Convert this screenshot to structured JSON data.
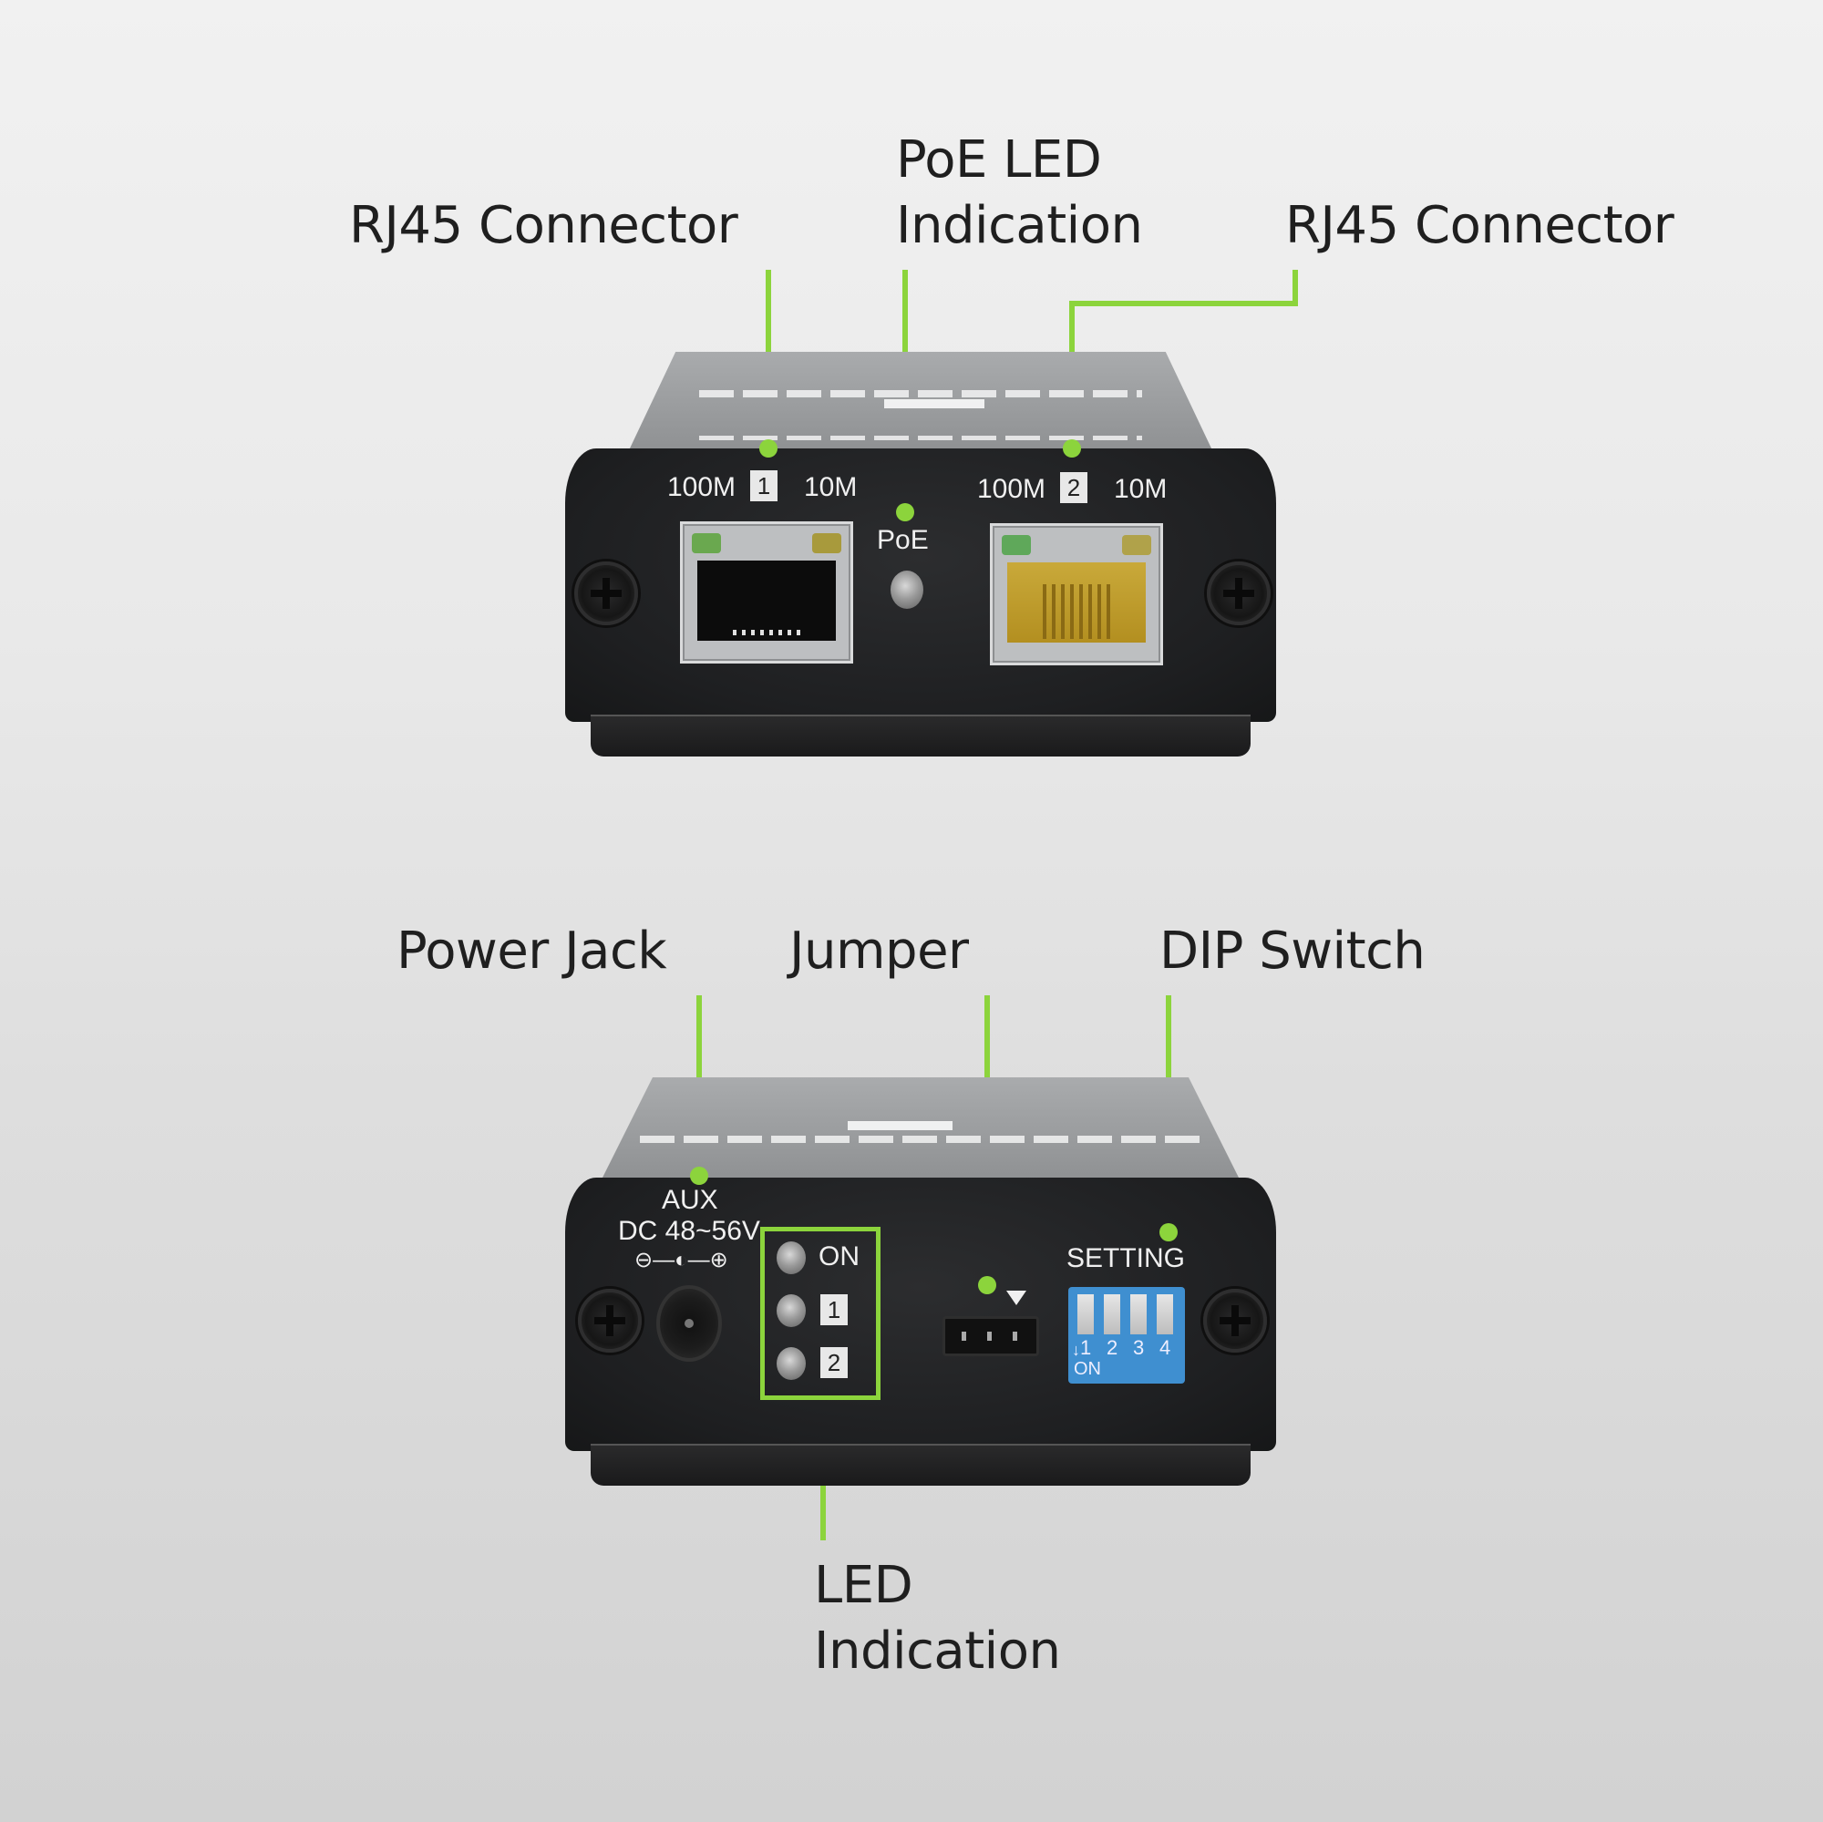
{
  "accent_color": "#8cd43c",
  "callouts": {
    "top": {
      "rj45_left": {
        "lines": [
          "RJ45 Connector"
        ]
      },
      "poe_led": {
        "lines": [
          "PoE LED",
          "Indication"
        ]
      },
      "rj45_right": {
        "lines": [
          "RJ45 Connector"
        ]
      }
    },
    "bottom": {
      "power_jack": {
        "lines": [
          "Power Jack"
        ]
      },
      "jumper": {
        "lines": [
          "Jumper"
        ]
      },
      "dip_switch": {
        "lines": [
          "DIP Switch"
        ]
      },
      "led_indication": {
        "lines": [
          "LED",
          "Indication"
        ]
      }
    }
  },
  "front_panel": {
    "port1": {
      "left_label": "100M",
      "number": "1",
      "right_label": "10M",
      "jack_color": "black"
    },
    "poe_label": "PoE",
    "port2": {
      "left_label": "100M",
      "number": "2",
      "right_label": "10M",
      "jack_color": "yellow"
    }
  },
  "rear_panel": {
    "aux_label": "AUX",
    "voltage_label": "DC 48~56V",
    "polarity_symbol": "⊖—◐—⊕",
    "leds": [
      {
        "label": "ON",
        "boxed": false
      },
      {
        "label": "1",
        "boxed": true
      },
      {
        "label": "2",
        "boxed": true
      }
    ],
    "jumper_marker": "▼",
    "setting_label": "SETTING",
    "dip_numbers": [
      "1",
      "2",
      "3",
      "4"
    ],
    "dip_on_label": "ON",
    "dip_arrow": "↓"
  }
}
